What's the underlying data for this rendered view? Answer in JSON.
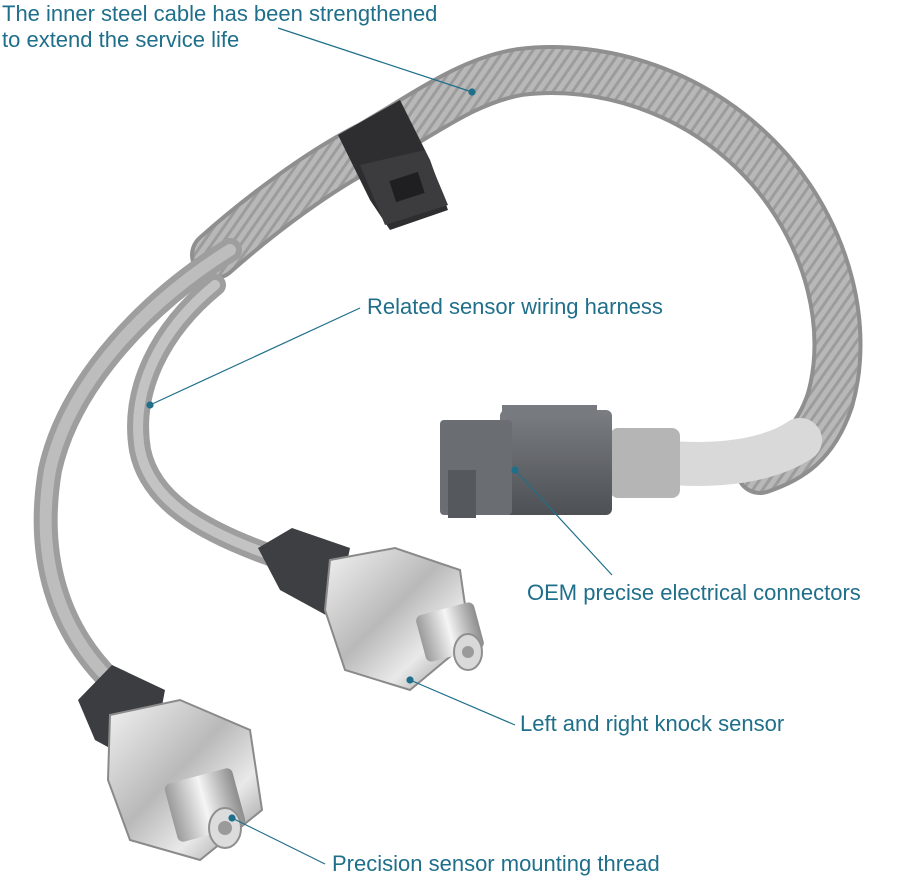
{
  "annotations": {
    "cable_line1": "The inner steel cable has been strengthened",
    "cable_line2": "to extend the service life",
    "harness": "Related sensor wiring harness",
    "connectors": "OEM precise electrical connectors",
    "knock_sensor": "Left and right knock sensor",
    "thread": "Precision sensor mounting thread"
  },
  "colors": {
    "label_text": "#1f6f8b",
    "leader_line": "#1f6f8b",
    "cable_gray": "#a9a9a9",
    "connector_dark": "#5f6368",
    "metal": "#c8c8c8"
  }
}
